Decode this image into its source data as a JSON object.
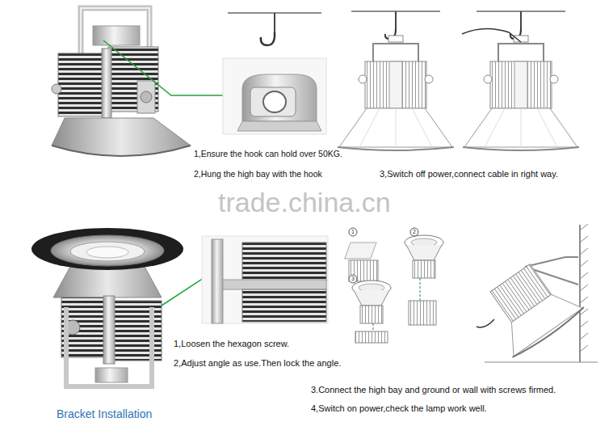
{
  "diagram": {
    "labels": [
      "1,Ensure the hook can hold over 50KG.",
      "2,Hung the high bay with the hook",
      "3,Switch off power,connect cable in right way.",
      "trade.china.cn",
      "1",
      "2",
      "3",
      "1,Loosen the hexagon screw.",
      "2,Adjust angle as use.Then lock the angle.",
      "3.Connect the high bay and ground or wall with screws firmed.",
      "4,Switch on power,check the lamp work well.",
      "Bracket Installation"
    ]
  }
}
